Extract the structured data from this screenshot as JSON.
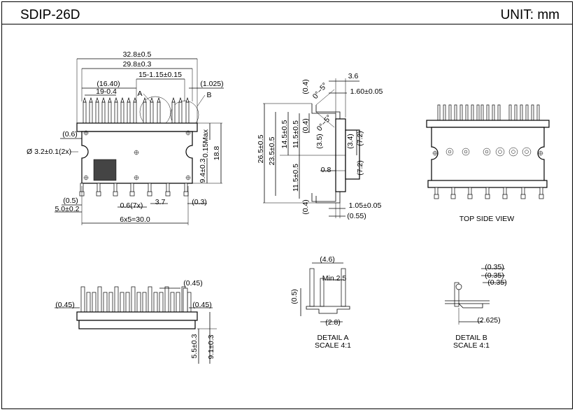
{
  "header": {
    "title": "SDIP-26D",
    "unit": "UNIT: mm"
  },
  "front_view": {
    "dims": {
      "overall_width": "32.8±0.5",
      "body_width": "29.8±0.3",
      "pitch_group": "15-1.15±0.15",
      "offset_1": "(16.40)",
      "pitch_19": "19-0.4",
      "right_offset": "(1.025)",
      "label_a": "A",
      "label_b": "B",
      "left_small": "(0.6)",
      "hole": "Ø 3.2±0.1(2x)",
      "max_height": "0.15Max",
      "lower_height": "9.4±0.3",
      "overall_height": "18.8",
      "lead_05": "(0.5)",
      "lead_5": "5.0±0.2",
      "lead_06": "0.6(7x)",
      "lead_37": "3.7",
      "lead_03": "(0.3)",
      "pitch_total": "6x5=30.0"
    }
  },
  "side_view": {
    "dims": {
      "top_04": "(0.4)",
      "angle_1": "0°~5°",
      "angle_2": "0°~5°",
      "thickness": "3.6",
      "lead_t": "1.60±0.05",
      "overall": "26.5±0.5",
      "inner": "23.5±0.5",
      "upper_14": "14.5±0.5",
      "upper_11": "11.5±0.5",
      "mid_04": "(0.4)",
      "mid_35": "(3.5)",
      "r34": "(3.4)",
      "r72a": "(7.2)",
      "r72b": "(7.2)",
      "d08": "0.8",
      "lower_11": "11.5±0.5",
      "bot_04": "(0.4)",
      "bot_105": "1.05±0.05",
      "bot_055": "(0.55)"
    }
  },
  "top_side_view": {
    "caption": "TOP SIDE VIEW"
  },
  "bottom_view": {
    "dims": {
      "top_045": "(0.45)",
      "left_045": "(0.45)",
      "right_045": "(0.45)",
      "h55": "5.5±0.3",
      "h91": "9.1±0.3"
    }
  },
  "detail_a": {
    "dims": {
      "w46": "(4.6)",
      "min25": "Min.2.5",
      "h05": "(0.5)",
      "w28": "(2.8)"
    },
    "caption_1": "DETAIL A",
    "caption_2": "SCALE 4:1"
  },
  "detail_b": {
    "dims": {
      "a": "(0.35)",
      "b": "(0.35)",
      "c": "(0.35)",
      "w": "(2.625)"
    },
    "caption_1": "DETAIL B",
    "caption_2": "SCALE 4:1"
  }
}
